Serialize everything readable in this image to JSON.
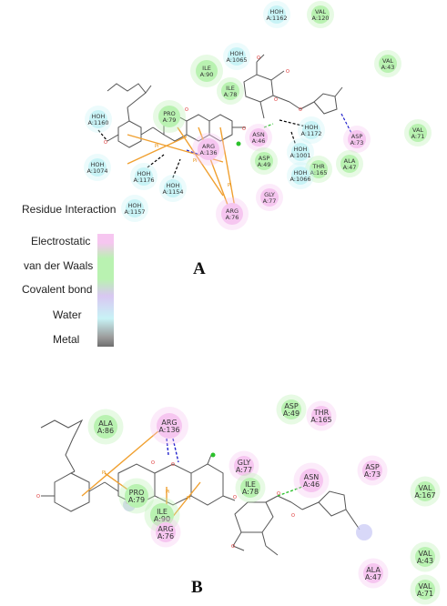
{
  "panel_a": {
    "label": "A",
    "residues": [
      {
        "name": "HOH",
        "id": "A:1162",
        "type": "water"
      },
      {
        "name": "VAL",
        "id": "A:120",
        "type": "vdw"
      },
      {
        "name": "HOH",
        "id": "A:1065",
        "type": "water"
      },
      {
        "name": "VAL",
        "id": "A:43",
        "type": "vdw"
      },
      {
        "name": "ILE",
        "id": "A:90",
        "type": "vdw"
      },
      {
        "name": "ILE",
        "id": "A:78",
        "type": "vdw"
      },
      {
        "name": "PRO",
        "id": "A:79",
        "type": "vdw"
      },
      {
        "name": "HOH",
        "id": "A:1160",
        "type": "water"
      },
      {
        "name": "HOH",
        "id": "A:1172",
        "type": "water"
      },
      {
        "name": "ASN",
        "id": "A:46",
        "type": "electrostatic"
      },
      {
        "name": "ASP",
        "id": "A:73",
        "type": "electrostatic"
      },
      {
        "name": "VAL",
        "id": "A:71",
        "type": "vdw"
      },
      {
        "name": "HOH",
        "id": "A:1001",
        "type": "water"
      },
      {
        "name": "ASP",
        "id": "A:49",
        "type": "vdw"
      },
      {
        "name": "ARG",
        "id": "A:136",
        "type": "electrostatic"
      },
      {
        "name": "HOH",
        "id": "A:1074",
        "type": "water"
      },
      {
        "name": "HOH",
        "id": "A:1176",
        "type": "water"
      },
      {
        "name": "HOH",
        "id": "A:1154",
        "type": "water"
      },
      {
        "name": "THR",
        "id": "A:165",
        "type": "vdw"
      },
      {
        "name": "HOH",
        "id": "A:1066",
        "type": "water"
      },
      {
        "name": "ALA",
        "id": "A:47",
        "type": "vdw"
      },
      {
        "name": "GLY",
        "id": "A:77",
        "type": "electrostatic"
      },
      {
        "name": "ARG",
        "id": "A:76",
        "type": "electrostatic"
      },
      {
        "name": "HOH",
        "id": "A:1157",
        "type": "water"
      }
    ]
  },
  "legend": {
    "title": "Residue Interaction",
    "items": [
      "Electrostatic",
      "van der Waals",
      "Covalent bond",
      "Water",
      "Metal"
    ]
  },
  "panel_b": {
    "label": "B",
    "residues": [
      {
        "name": "ARG",
        "id": "A:136",
        "type": "electrostatic"
      },
      {
        "name": "ASP",
        "id": "A:49",
        "type": "vdw"
      },
      {
        "name": "THR",
        "id": "A:165",
        "type": "electrostatic"
      },
      {
        "name": "ALA",
        "id": "A:86",
        "type": "vdw"
      },
      {
        "name": "GLY",
        "id": "A:77",
        "type": "electrostatic"
      },
      {
        "name": "ILE",
        "id": "A:78",
        "type": "vdw"
      },
      {
        "name": "ASN",
        "id": "A:46",
        "type": "electrostatic"
      },
      {
        "name": "ASP",
        "id": "A:73",
        "type": "electrostatic"
      },
      {
        "name": "PRO",
        "id": "A:79",
        "type": "vdw"
      },
      {
        "name": "ILE",
        "id": "A:90",
        "type": "vdw"
      },
      {
        "name": "ARG",
        "id": "A:76",
        "type": "electrostatic"
      },
      {
        "name": "VAL",
        "id": "A:167",
        "type": "vdw"
      },
      {
        "name": "VAL",
        "id": "A:43",
        "type": "vdw"
      },
      {
        "name": "ALA",
        "id": "A:47",
        "type": "electrostatic"
      },
      {
        "name": "VAL",
        "id": "A:71",
        "type": "vdw"
      }
    ]
  },
  "pi_label": "Pi",
  "atom_o": "O",
  "colors": {
    "electrostatic": "#f6c6f0",
    "vdw": "#b9f2b1",
    "water": "#c8f3f6",
    "pi": "#f0a030",
    "hbond_green": "#2bc12b",
    "hbond_blue": "#2222cc",
    "hbond_black": "#000000"
  }
}
